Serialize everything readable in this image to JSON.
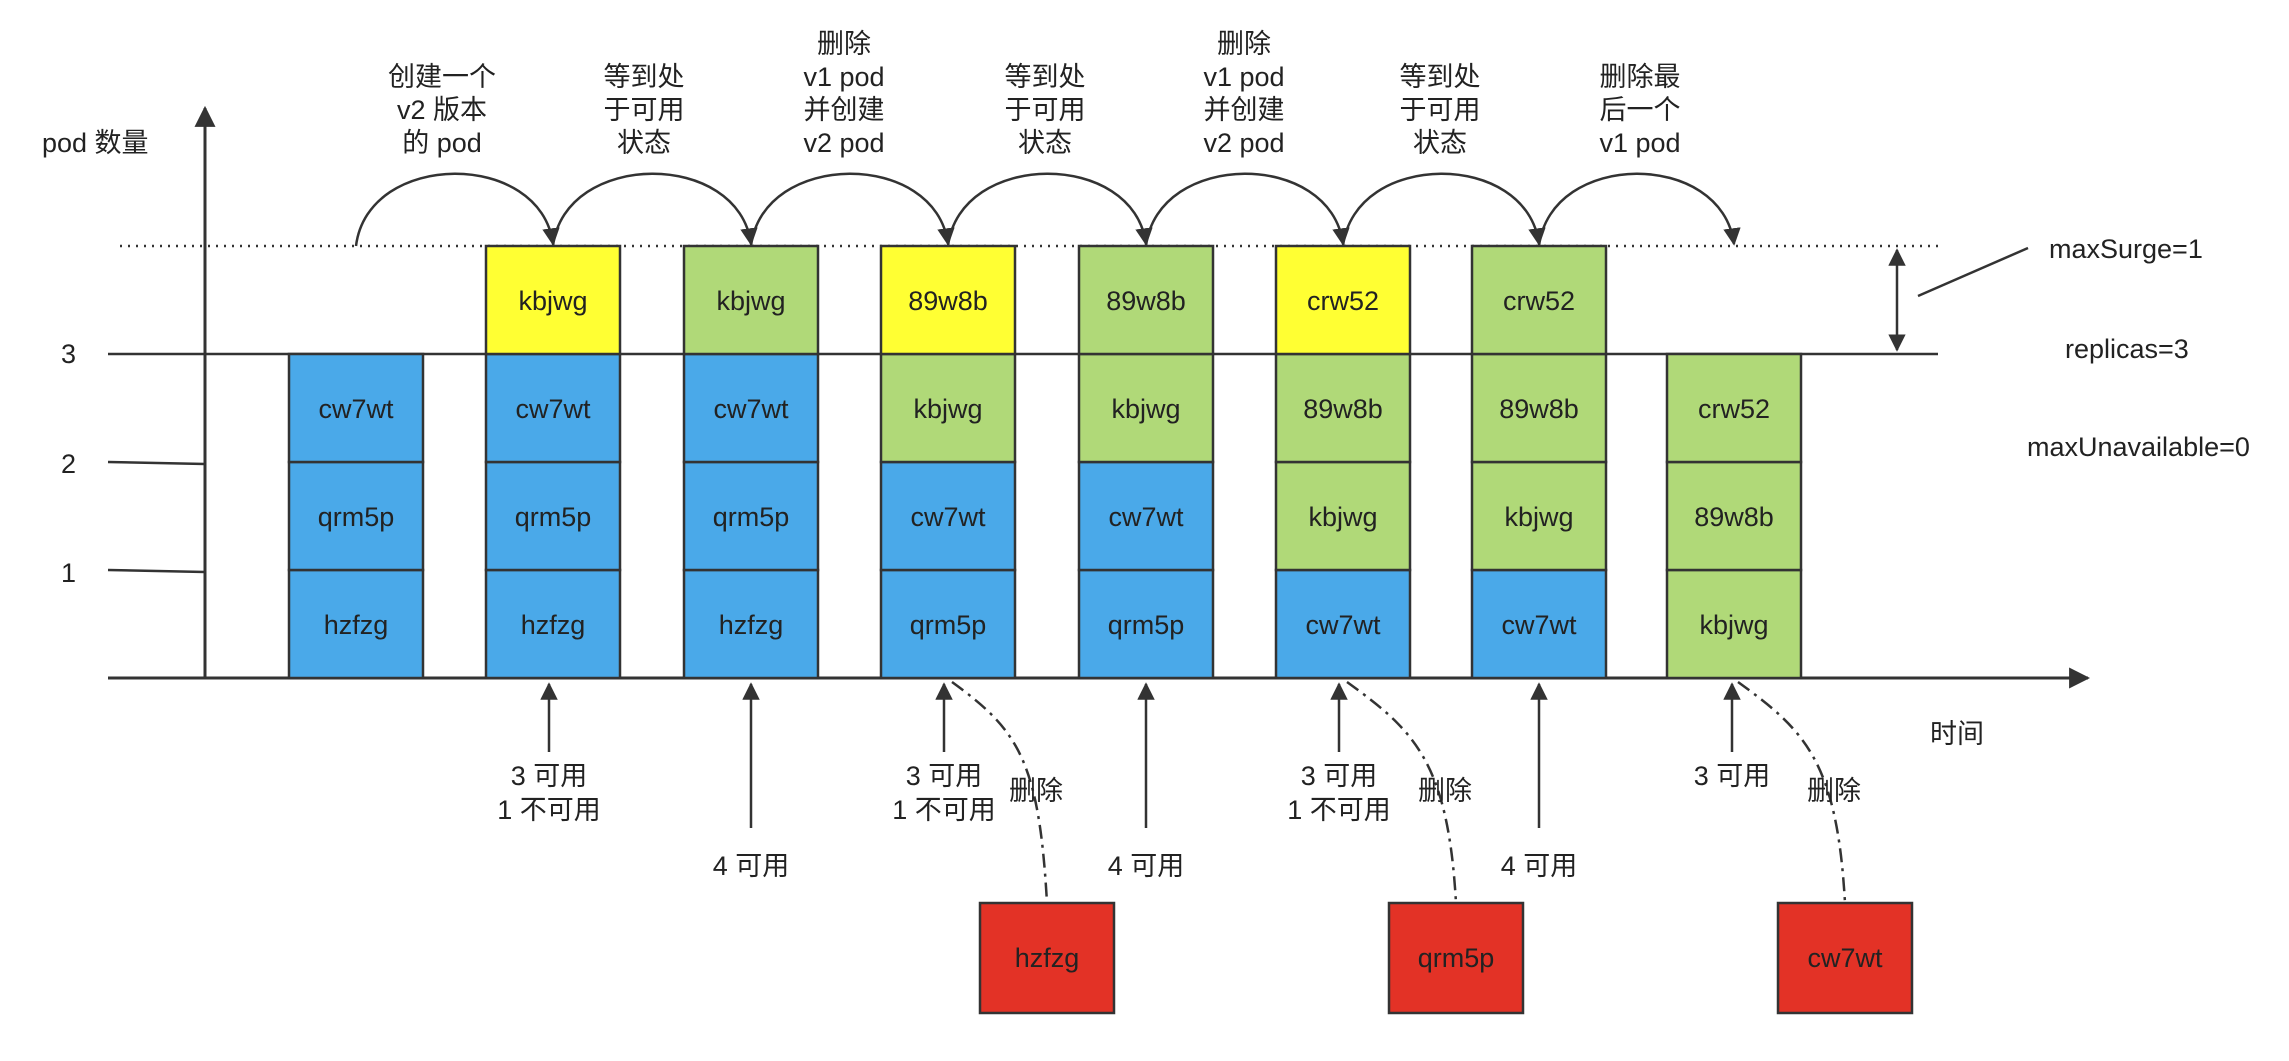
{
  "colors": {
    "blue": "#4aa9e9",
    "green": "#b0d978",
    "yellow": "#ffff33",
    "red": "#e33226",
    "line": "#333333",
    "text": "#222222"
  },
  "axis": {
    "y_label": "pod 数量",
    "x_label": "时间",
    "y_ticks": [
      "1",
      "2",
      "3"
    ]
  },
  "params": {
    "max_surge": "maxSurge=1",
    "replicas": "replicas=3",
    "max_unavailable": "maxUnavailable=0"
  },
  "steps": [
    {
      "lines": [
        "创建一个",
        "v2 版本",
        "的 pod"
      ]
    },
    {
      "lines": [
        "等到处",
        "于可用",
        "状态"
      ]
    },
    {
      "lines": [
        "删除",
        "v1 pod",
        "并创建",
        "v2 pod"
      ]
    },
    {
      "lines": [
        "等到处",
        "于可用",
        "状态"
      ]
    },
    {
      "lines": [
        "删除",
        "v1 pod",
        "并创建",
        "v2 pod"
      ]
    },
    {
      "lines": [
        "等到处",
        "于可用",
        "状态"
      ]
    },
    {
      "lines": [
        "删除最",
        "后一个",
        "v1 pod"
      ]
    }
  ],
  "stacks": [
    {
      "pods": [
        {
          "name": "hzfzg",
          "version": "v1",
          "state": "available"
        },
        {
          "name": "qrm5p",
          "version": "v1",
          "state": "available"
        },
        {
          "name": "cw7wt",
          "version": "v1",
          "state": "available"
        }
      ]
    },
    {
      "pods": [
        {
          "name": "hzfzg",
          "version": "v1",
          "state": "available"
        },
        {
          "name": "qrm5p",
          "version": "v1",
          "state": "available"
        },
        {
          "name": "cw7wt",
          "version": "v1",
          "state": "available"
        },
        {
          "name": "kbjwg",
          "version": "v2",
          "state": "unavailable"
        }
      ]
    },
    {
      "pods": [
        {
          "name": "hzfzg",
          "version": "v1",
          "state": "available"
        },
        {
          "name": "qrm5p",
          "version": "v1",
          "state": "available"
        },
        {
          "name": "cw7wt",
          "version": "v1",
          "state": "available"
        },
        {
          "name": "kbjwg",
          "version": "v2",
          "state": "available"
        }
      ]
    },
    {
      "pods": [
        {
          "name": "qrm5p",
          "version": "v1",
          "state": "available"
        },
        {
          "name": "cw7wt",
          "version": "v1",
          "state": "available"
        },
        {
          "name": "kbjwg",
          "version": "v2",
          "state": "available"
        },
        {
          "name": "89w8b",
          "version": "v2",
          "state": "unavailable"
        }
      ]
    },
    {
      "pods": [
        {
          "name": "qrm5p",
          "version": "v1",
          "state": "available"
        },
        {
          "name": "cw7wt",
          "version": "v1",
          "state": "available"
        },
        {
          "name": "kbjwg",
          "version": "v2",
          "state": "available"
        },
        {
          "name": "89w8b",
          "version": "v2",
          "state": "available"
        }
      ]
    },
    {
      "pods": [
        {
          "name": "cw7wt",
          "version": "v1",
          "state": "available"
        },
        {
          "name": "kbjwg",
          "version": "v2",
          "state": "available"
        },
        {
          "name": "89w8b",
          "version": "v2",
          "state": "available"
        },
        {
          "name": "crw52",
          "version": "v2",
          "state": "unavailable"
        }
      ]
    },
    {
      "pods": [
        {
          "name": "cw7wt",
          "version": "v1",
          "state": "available"
        },
        {
          "name": "kbjwg",
          "version": "v2",
          "state": "available"
        },
        {
          "name": "89w8b",
          "version": "v2",
          "state": "available"
        },
        {
          "name": "crw52",
          "version": "v2",
          "state": "available"
        }
      ]
    },
    {
      "pods": [
        {
          "name": "kbjwg",
          "version": "v2",
          "state": "available"
        },
        {
          "name": "89w8b",
          "version": "v2",
          "state": "available"
        },
        {
          "name": "crw52",
          "version": "v2",
          "state": "available"
        }
      ]
    }
  ],
  "status_notes": [
    {
      "stack": 1,
      "lines": [
        "3 可用",
        "1 不可用"
      ]
    },
    {
      "stack": 2,
      "lines": [
        "4 可用"
      ]
    },
    {
      "stack": 3,
      "lines": [
        "3 可用",
        "1 不可用"
      ]
    },
    {
      "stack": 4,
      "lines": [
        "4 可用"
      ]
    },
    {
      "stack": 5,
      "lines": [
        "3 可用",
        "1 不可用"
      ]
    },
    {
      "stack": 6,
      "lines": [
        "4 可用"
      ]
    },
    {
      "stack": 7,
      "lines": [
        "3 可用"
      ]
    }
  ],
  "deletions": [
    {
      "stack": 3,
      "label": "删除",
      "pod": "hzfzg"
    },
    {
      "stack": 5,
      "label": "删除",
      "pod": "qrm5p"
    },
    {
      "stack": 7,
      "label": "删除",
      "pod": "cw7wt"
    }
  ]
}
